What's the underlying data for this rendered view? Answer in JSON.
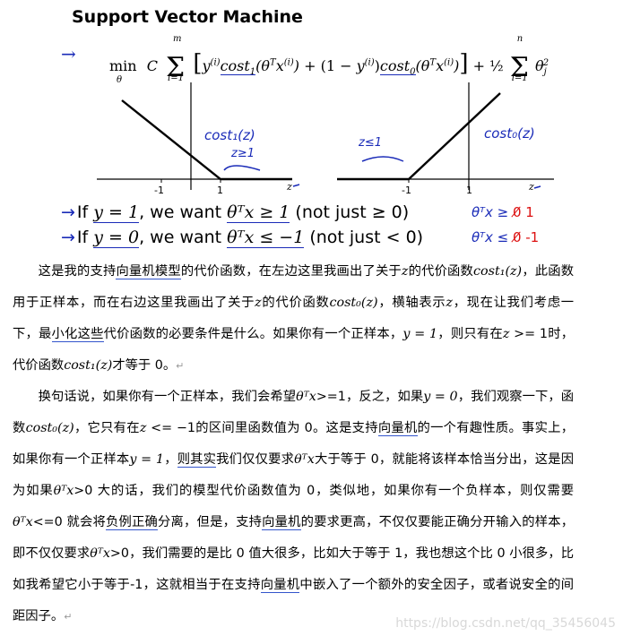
{
  "slide": {
    "title": "Support Vector Machine",
    "formula_arrow": "→",
    "formula_min": "min",
    "formula_min_sub": "θ",
    "formula_C": "C",
    "formula_sum_top": "m",
    "formula_sum_bottom": "i=1",
    "formula_bracket_open": "[",
    "formula_y": "y",
    "formula_sup_i": "(i)",
    "formula_cost1": "cost",
    "formula_cost1_sub": "1",
    "formula_theta_x": "(θ",
    "formula_T": "T",
    "formula_x": "x",
    "formula_close": ")",
    "formula_plus_one_minus": "+ (1 − ",
    "formula_close2": ")",
    "formula_cost0": "cost",
    "formula_cost0_sub": "0",
    "formula_bracket_close": "]",
    "formula_plus_half": "+ ½",
    "formula_sum2_top": "n",
    "formula_sum2_bottom": "i=1",
    "formula_theta_j": "θ",
    "formula_theta_j_sub": "j",
    "formula_theta_j_sup": "2",
    "left_plot": {
      "label": "cost₁(z)",
      "annotation": "z≥1",
      "tick_labels": [
        "-1",
        "1"
      ],
      "axis_label": "z"
    },
    "right_plot": {
      "label": "cost₀(z)",
      "annotation": "z≤1",
      "tick_labels": [
        "-1",
        "1"
      ],
      "axis_label": "z"
    },
    "rule1": {
      "arrow": "→",
      "if": "If ",
      "cond": "y = 1",
      "we_want": ", we want ",
      "ineq": "θᵀx ≥ 1",
      "note": " (not just ≥ 0)"
    },
    "rule2": {
      "arrow": "→",
      "if": "If ",
      "cond": "y = 0",
      "we_want": ", we want ",
      "ineq": "θᵀx ≤ −1",
      "note": " (not just < 0)"
    },
    "hand_right1": "θᵀx ≥ ",
    "hand_right1_x": "0̸",
    "hand_right1_val": " 1",
    "hand_right2": "θᵀx ≤ ",
    "hand_right2_x": "0̸",
    "hand_right2_val": " -1"
  },
  "article": {
    "p1": {
      "a": "这是我的支持",
      "b": "向量机模型",
      "c": "的代价函数，在左边这里我画出了关于",
      "z1": "z",
      "d": "的代价函数",
      "cost1": "cost₁(z)",
      "e": "，此函数用于正样本，而在右边这里我画出了关于",
      "z2": "z",
      "f": "的代价函数",
      "cost0": "cost₀(z)",
      "g": "，横轴表示",
      "z3": "z",
      "h": "，现在让我们考虑一下，最",
      "i": "小化这些",
      "j": "代价函数的必要条件是什么。如果你有一个正样本，",
      "y1": "y = 1",
      "k": "，则只有在",
      "z4": "z",
      "l": " >= 1时，代价函数",
      "cost1b": "cost₁(z)",
      "m": "才等于 0。",
      "ret": "↵"
    },
    "p2": {
      "a": "换句话说，如果你有一个正样本，我们会希望",
      "tx1": "θᵀx",
      "b": ">=1，反之，如果",
      "y0": "y = 0",
      "c": "，我们观察一下，函数",
      "cost0": "cost₀(z)",
      "d": "，它只有在",
      "z": "z",
      "e": " <= −1的区间里函数值为  0。这是支持",
      "f": "向量机",
      "g": "的一个有趣性质。事实上，如果你有一个正样本",
      "y1": "y = 1",
      "h": "，",
      "i": "则其实",
      "j": "我们仅仅要求",
      "tx2": "θᵀx",
      "k": "大于等于 0，就能将该样本恰当分出，这是因为如果",
      "tx3": "θᵀx",
      "l": ">0 大的话，我们的模型代价函数值为 0，类似地，如果你有一个负样本，则仅需要",
      "tx4": "θᵀx",
      "m": "<=0 就会将",
      "n": "负例正确",
      "o": "分离，但是，支持",
      "p": "向量机",
      "q": "的要求更高，不仅仅要能正确分开输入的样本，即不仅仅要求",
      "tx5": "θᵀx",
      "r": ">0，我们需要的是比 0 值大很多，比如大于等于 1，我也想这个比 0 小很多，比如我希望它小于等于-1，这就相当于在支持",
      "s": "向量机",
      "t": "中嵌入了一个额外的安全因子，或者说安全的间距因子。",
      "ret": "↵"
    }
  },
  "watermark": "https://blog.csdn.net/qq_35456045"
}
